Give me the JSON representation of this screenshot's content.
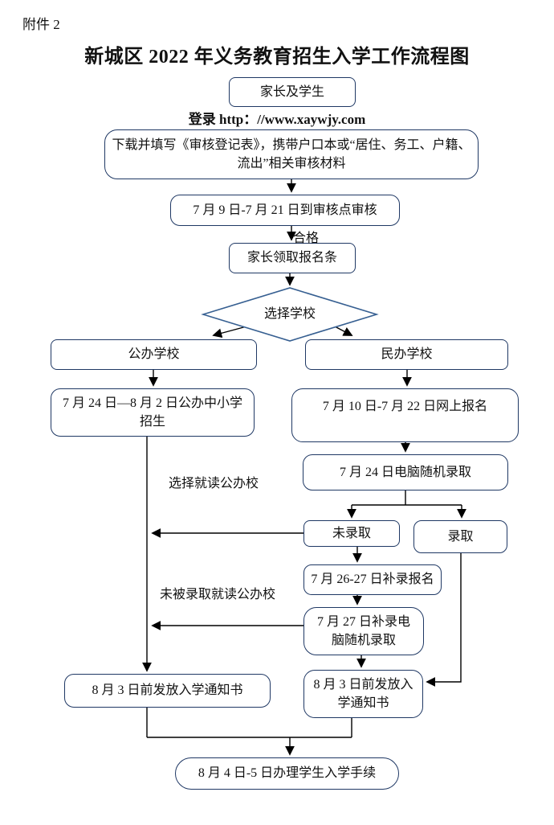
{
  "document": {
    "attachment_label": "附件 2",
    "title": "新城区 2022 年义务教育招生入学工作流程图"
  },
  "colors": {
    "box_border": "#1f3864",
    "diamond_border": "#365f91",
    "connector": "#000000",
    "text": "#111111",
    "background": "#ffffff"
  },
  "flowchart": {
    "nodes": {
      "parents": {
        "label": "家长及学生"
      },
      "login": {
        "label": "登录 http：//www.xaywjy.com"
      },
      "download": {
        "label": "下载并填写《审核登记表》，携带户口本或“居住、务工、户籍、\n流出”相关审核材料"
      },
      "review": {
        "label": "7 月 9 日-7 月 21 日到审核点审核"
      },
      "slip": {
        "label": "家长领取报名条"
      },
      "choose_school": {
        "label": "选择学校"
      },
      "public_school": {
        "label": "公办学校"
      },
      "private_school": {
        "label": "民办学校"
      },
      "public_enroll": {
        "label": "7 月 24 日—8 月 2 日公办中小学\n招生"
      },
      "online_reg": {
        "label": "7 月 10 日-7 月 22 日网上报名"
      },
      "lottery": {
        "label": "7 月 24 日电脑随机录取"
      },
      "not_admitted": {
        "label": "未录取"
      },
      "admitted": {
        "label": "录取"
      },
      "makeup_reg": {
        "label": "7 月 26-27 日补录报名"
      },
      "makeup_lottery": {
        "label": "7 月 27 日补录电\n脑随机录取"
      },
      "notice_public": {
        "label": "8 月 3 日前发放入学通知书"
      },
      "notice_private": {
        "label": "8 月 3 日前发放入\n学通知书"
      },
      "final_step": {
        "label": "8 月 4 日-5 日办理学生入学手续"
      }
    },
    "edge_labels": {
      "pass": "合格",
      "choose_public": "选择就读公办校",
      "not_admitted_public": "未被录取就读公办校"
    }
  }
}
